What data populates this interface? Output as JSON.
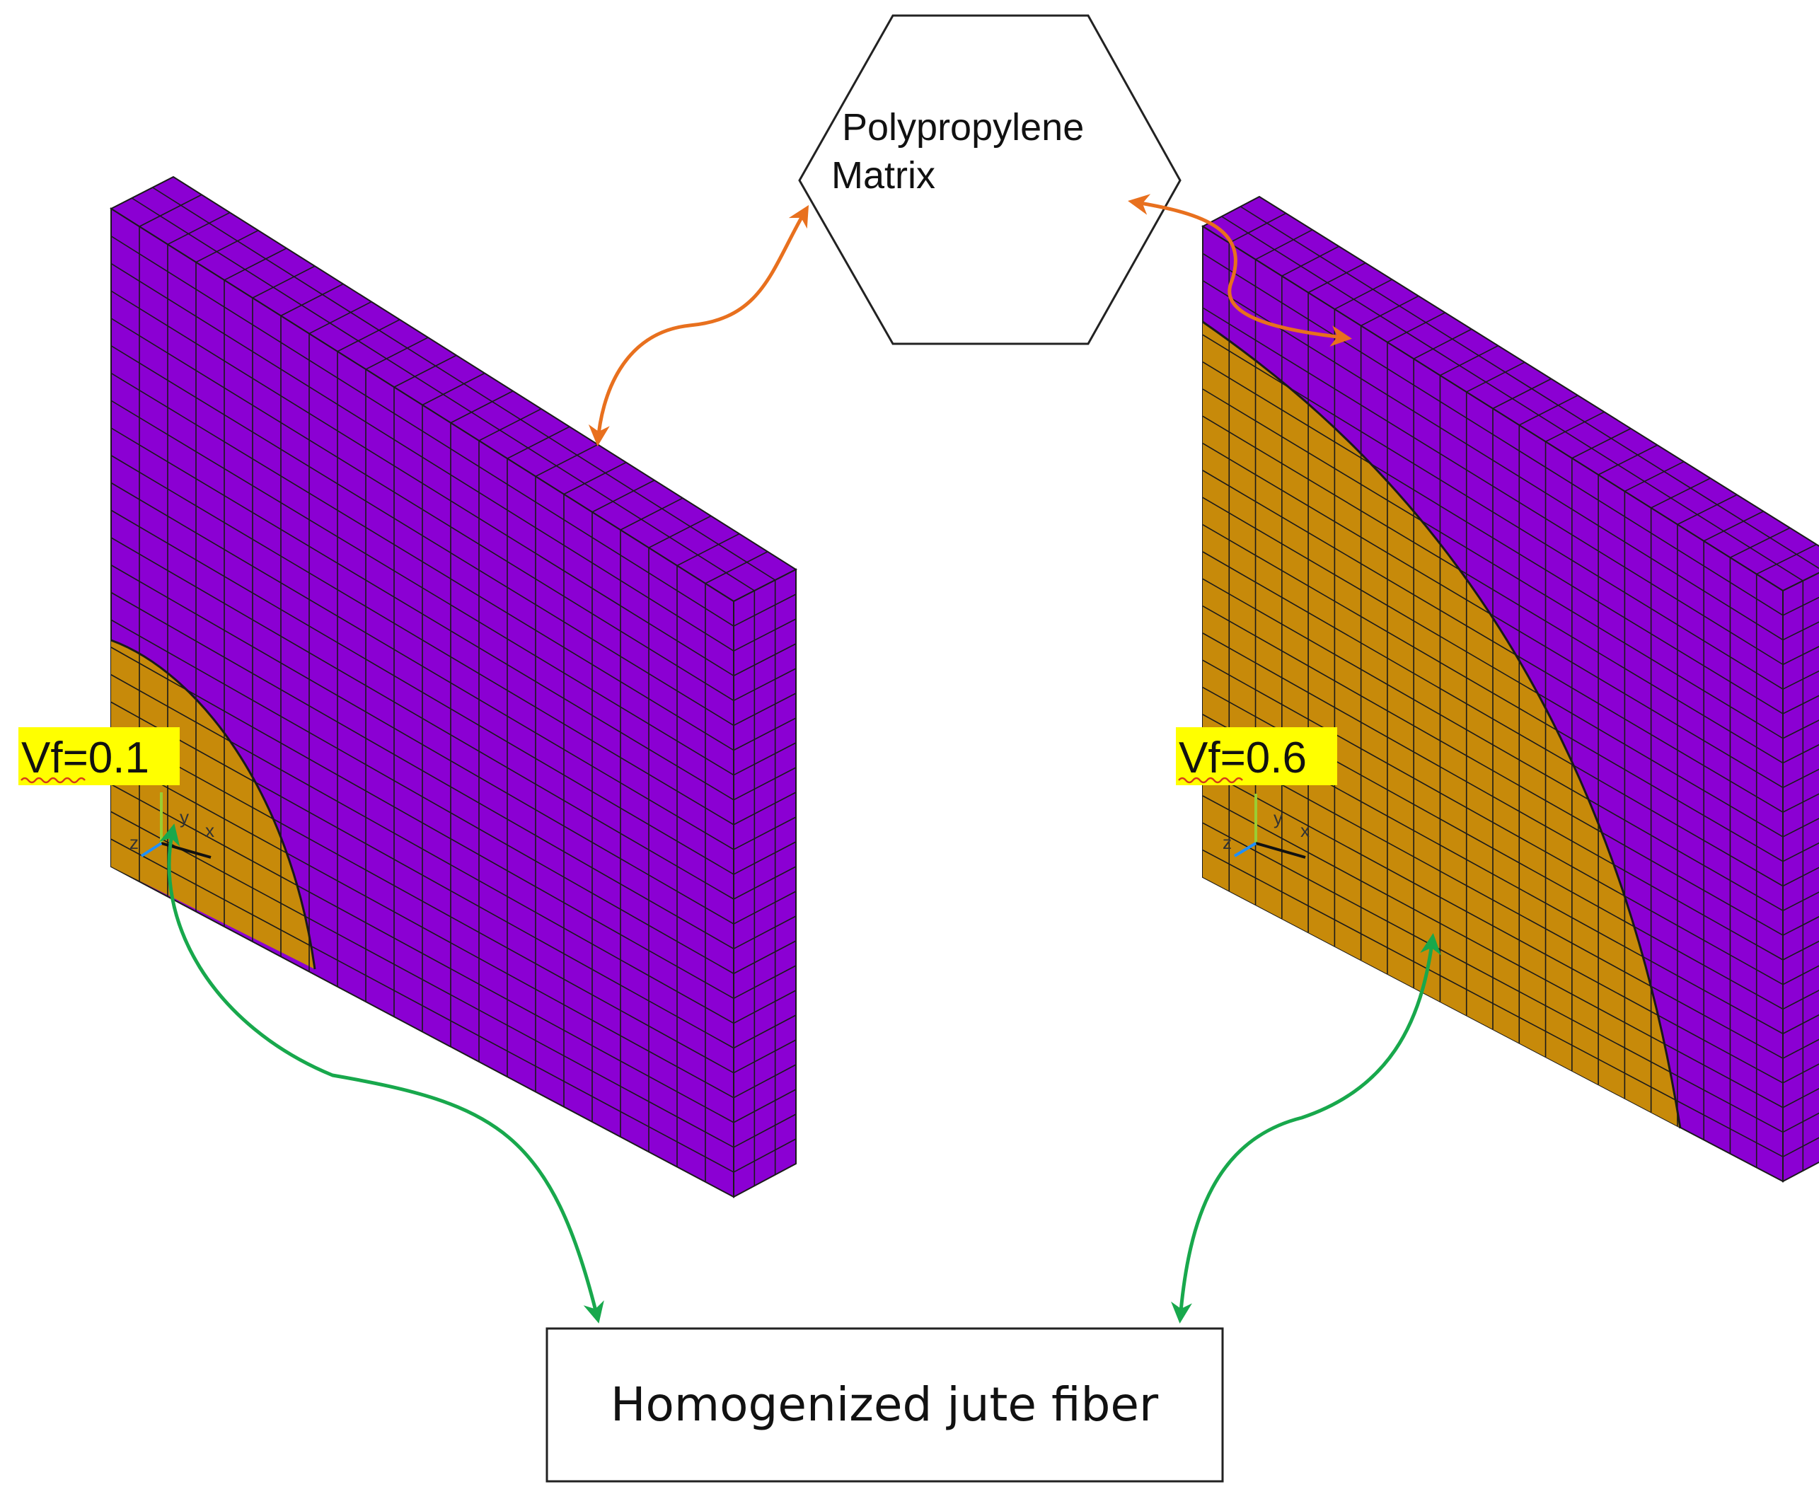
{
  "matrix_label_line1": "Polypropylene",
  "matrix_label_line2": "Matrix",
  "fiber_label": "Homogenized  jute fiber",
  "left_model": {
    "vf_label": "Vf=0.1",
    "volume_fraction": 0.1
  },
  "right_model": {
    "vf_label": "Vf=0.6",
    "volume_fraction": 0.6
  },
  "axis_labels": {
    "x": "x",
    "y": "y",
    "z": "z"
  },
  "colors": {
    "matrix": "#8B00D3",
    "fiber": "#C78A0A",
    "mesh_line": "#1a1a1a",
    "matrix_arrow": "#E8701E",
    "fiber_arrow": "#18A84C",
    "vf_highlight": "#FFFF00",
    "vf_underline": "#D43A1A",
    "axis_x": "#111111",
    "axis_y": "#9ACD32",
    "axis_z": "#1E90FF"
  }
}
